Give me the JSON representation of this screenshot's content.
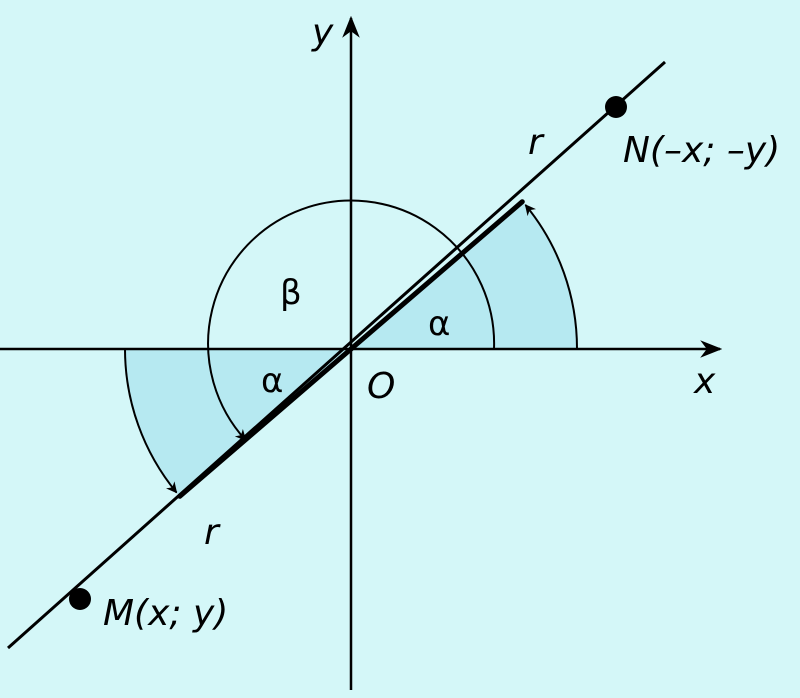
{
  "colors": {
    "background": "#d4f7f8",
    "sector_fill": "#b6e9f1",
    "stroke": "#000000"
  },
  "labels": {
    "y_axis": "y",
    "x_axis": "x",
    "origin": "O",
    "point_n": "N(–x; –y)",
    "point_m": "M(x; y)",
    "radius_upper": "r",
    "radius_lower": "r",
    "alpha_upper": "α",
    "alpha_lower": "α",
    "beta": "β"
  }
}
